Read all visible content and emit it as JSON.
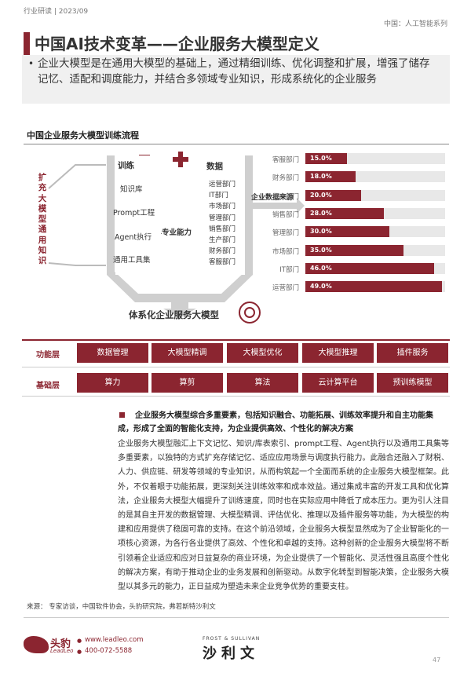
{
  "header": {
    "left": "行业研读 | 2023/09",
    "right": "中国：人工智能系列"
  },
  "title": "中国AI技术变革——企业服务大模型定义",
  "intro": "企业大模型是在通用大模型的基础上，通过精细训练、优化调整和扩展，增强了储存记忆、适配和调度能力，并结合多领域专业知识，形成系统化的企业服务",
  "section_title": "中国企业服务大模型训练流程",
  "diagram": {
    "vertical_label": [
      "扩",
      "充",
      "大",
      "模",
      "型",
      "通",
      "用",
      "知",
      "识"
    ],
    "train_label": "训练",
    "train_items": [
      "知识库",
      "Prompt工程",
      "Agent执行",
      "通用工具集"
    ],
    "pro_label": "专业能力",
    "data_label": "数据",
    "data_items": [
      "运营部门",
      "IT部门",
      "市场部门",
      "管理部门",
      "销售部门",
      "生产部门",
      "财务部门",
      "客服部门"
    ],
    "data_source_label": "企业数据来源",
    "model_label": "体系化企业服务大模型",
    "func_row_label": "功能层",
    "func_cells": [
      "数据管理",
      "大模型精调",
      "大模型优化",
      "大模型推理",
      "插件服务"
    ],
    "base_row_label": "基础层",
    "base_cells": [
      "算力",
      "算剪",
      "算法",
      "云计算平台",
      "预训练模型"
    ]
  },
  "chart_data": {
    "type": "bar",
    "categories": [
      "客服部门",
      "财务部门",
      "生产部门",
      "销售部门",
      "管理部门",
      "市场部门",
      "IT部门",
      "运营部门"
    ],
    "values": [
      15.0,
      18.0,
      20.0,
      28.0,
      30.0,
      35.0,
      46.0,
      49.0
    ],
    "labels": [
      "15.0%",
      "18.0%",
      "20.0%",
      "28.0%",
      "30.0%",
      "35.0%",
      "46.0%",
      "49.0%"
    ]
  },
  "subhead": "企业服务大模型综合多重要素，包括知识融合、功能拓展、训练效率提升和自主功能集成，形成了全面的智能化支持，为企业提供高效、个性化的解决方案",
  "body": "企业服务大模型融汇上下文记忆、知识/库表索引、prompt工程、Agent执行以及通用工具集等多重要素，以独特的方式扩充存储记忆、适应应用场景与调度执行能力。此融合还融入了财税、人力、供应链、研发等领域的专业知识，从而构筑起一个全面而系统的企业服务大模型框架。此外，不仅着眼于功能拓展，更深刻关注训练效率和成本效益。通过集成丰富的开发工具和优化算法，企业服务大模型大幅提升了训练速度，同时也在实际应用中降低了成本压力。更为引人注目的是其自主开发的数据管理、大模型精调、评估优化、推理以及插件服务等功能，为大模型的构建和应用提供了稳固可靠的支持。在这个前沿领域，企业服务大模型显然成为了企业智能化的一项核心资源，为各行各业提供了高效、个性化和卓越的支持。这种创新的企业服务大模型将不断引领着企业适应和应对日益复杂的商业环境，为企业提供了一个智能化、灵活性强且高度个性化的解决方案，有助于推动企业的业务发展和创新驱动。从数字化转型到智能决策，企业服务大模型以其多元的能力，正日益成为塑造未来企业竞争优势的重要支柱。",
  "source": "来源：  专家访谈，中国软件协会，头豹研究院，弗若斯特沙利文",
  "footer": {
    "logo_text": "头豹",
    "logo_sub": "LeadLeo",
    "website": "www.leadleo.com",
    "phone": "400-072-5588",
    "partner_top": "FROST & SULLIVAN",
    "partner": "沙利文",
    "page": "47"
  },
  "colors": {
    "accent": "#8b2530",
    "muted": "#c9c9c9"
  }
}
